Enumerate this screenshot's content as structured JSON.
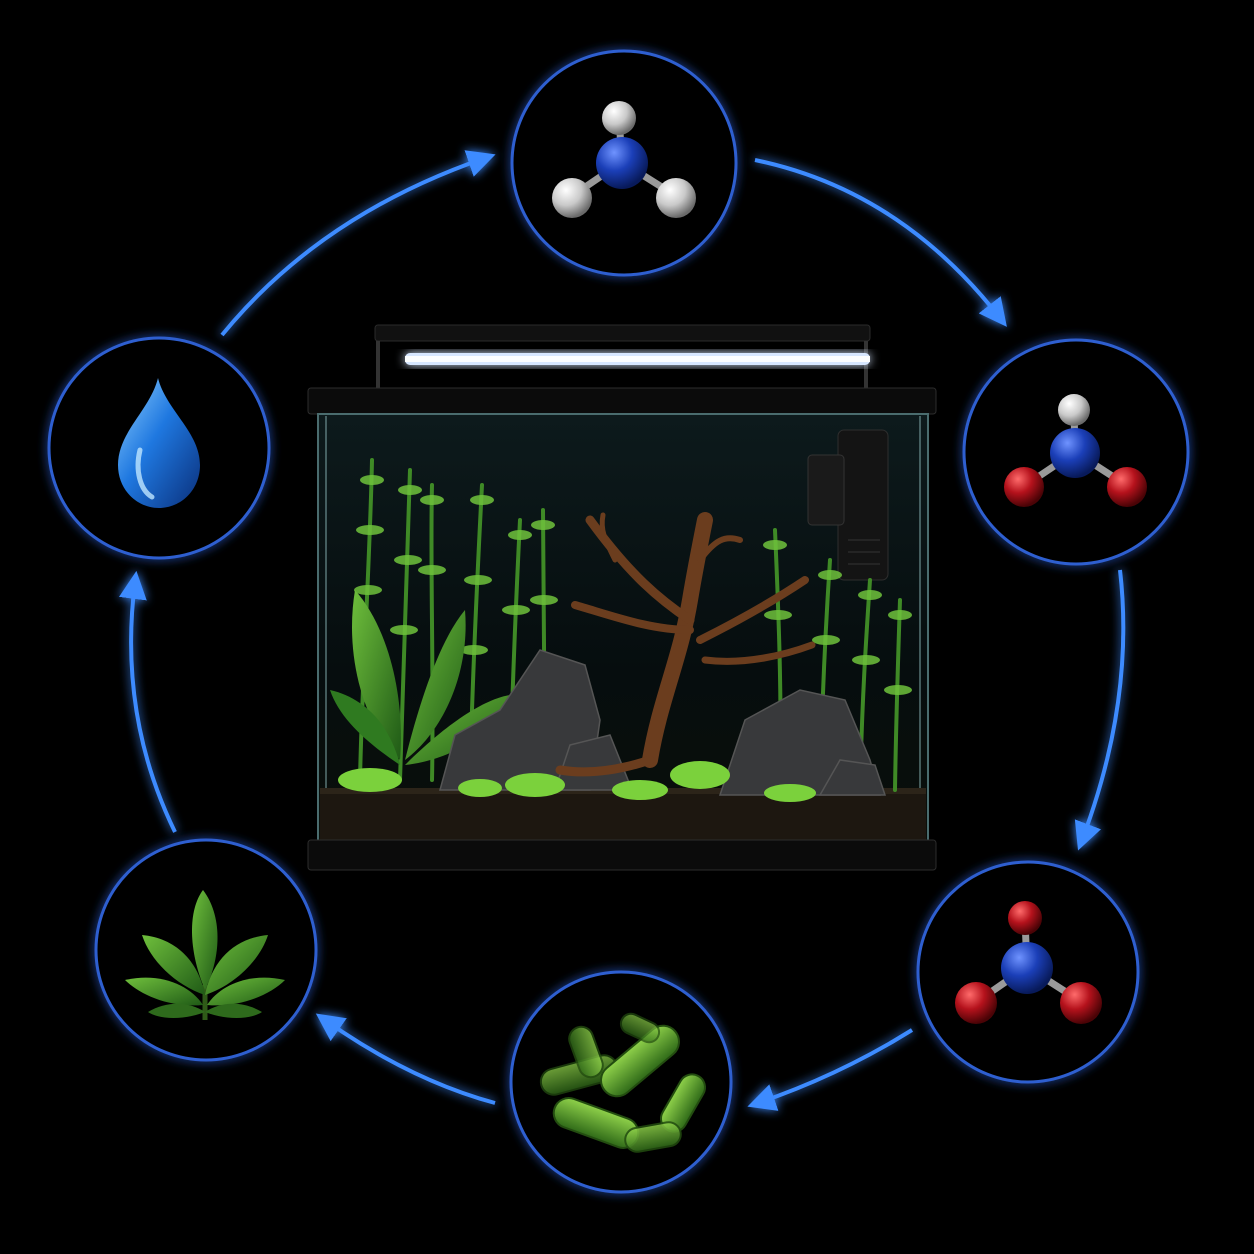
{
  "diagram": {
    "stages": [
      {
        "id": "ammonia",
        "icon": "ammonia-molecule-icon"
      },
      {
        "id": "nitrite",
        "icon": "nitrite-molecule-icon"
      },
      {
        "id": "nitrate",
        "icon": "nitrate-molecule-icon"
      },
      {
        "id": "bacteria",
        "icon": "bacteria-icon"
      },
      {
        "id": "plant",
        "icon": "plant-icon"
      },
      {
        "id": "water",
        "icon": "water-drop-icon"
      }
    ],
    "cycle_direction": "clockwise",
    "center": "planted-aquarium-illustration"
  },
  "colors": {
    "background": "#000000",
    "ring": "#2f5fd0",
    "arrow": "#3d8bff",
    "nitrogen": "#1a3fb0",
    "oxygen": "#b0131c",
    "hydrogen": "#d9d9d9",
    "water": "#2a7fe0",
    "plant": "#3f8a2a",
    "bacteria": "#4f9a2a",
    "driftwood": "#6b3d1e",
    "rock": "#3a3a3c"
  }
}
